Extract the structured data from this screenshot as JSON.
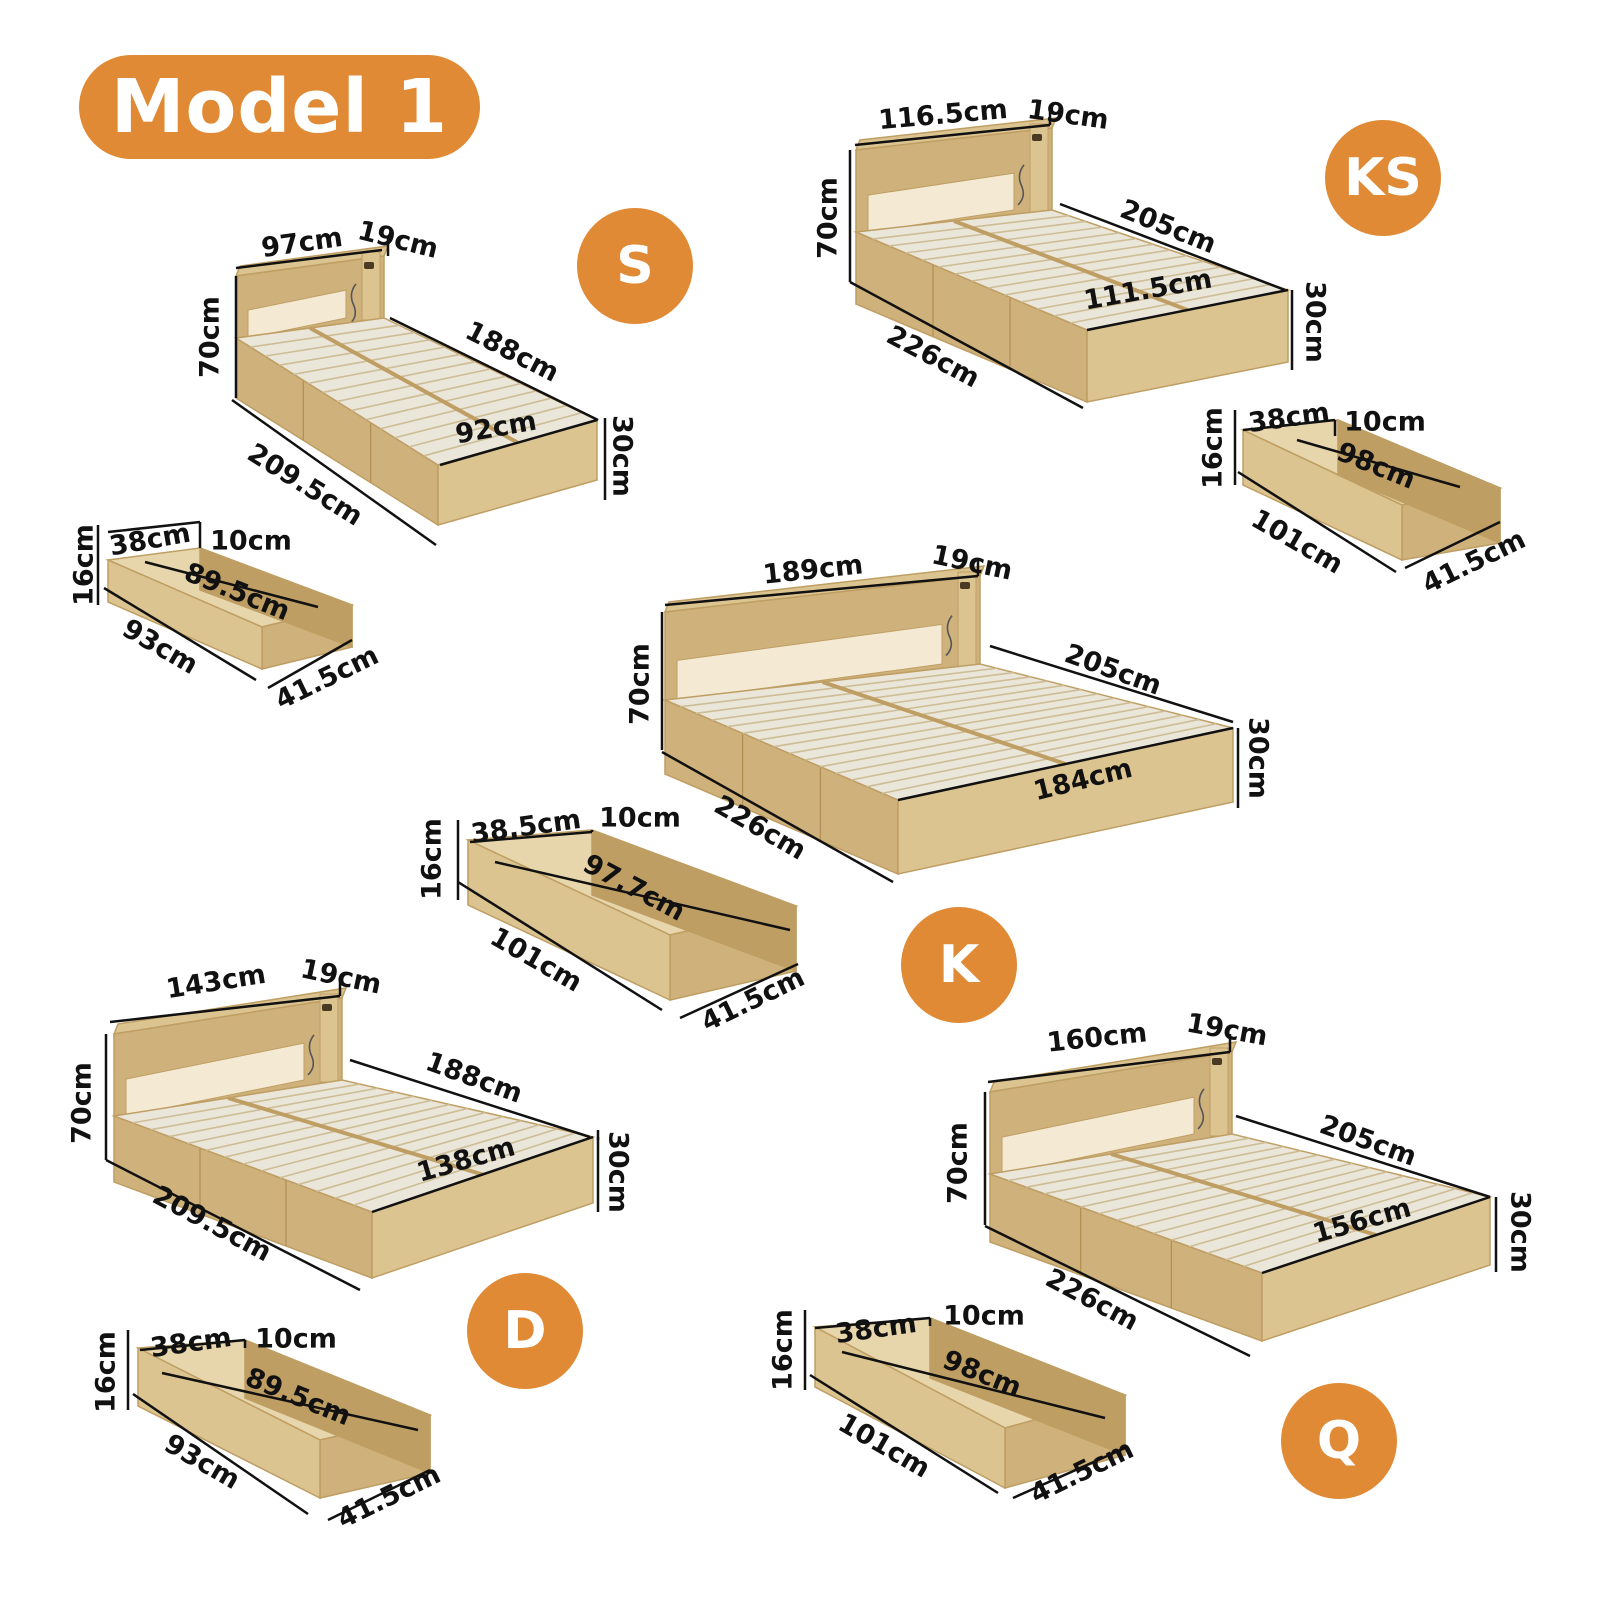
{
  "title": "Model 1",
  "colors": {
    "accent": "#e08a35",
    "wood_light": "#dcc491",
    "wood_mid": "#cfb27b",
    "wood_dark": "#bf9e63",
    "slat": "#ebe6da",
    "text": "#111111"
  },
  "models": {
    "S": {
      "label": "S",
      "headboard_width": "97cm",
      "shelf_depth": "19cm",
      "height": "70cm",
      "length": "188cm",
      "inner_width": "92cm",
      "side_height": "30cm",
      "total_length": "209.5cm",
      "drawer": {
        "depth": "38cm",
        "side": "10cm",
        "inner": "89.5cm",
        "height": "16cm",
        "length": "93cm",
        "width": "41.5cm"
      }
    },
    "KS": {
      "label": "KS",
      "headboard_width": "116.5cm",
      "shelf_depth": "19cm",
      "height": "70cm",
      "length": "205cm",
      "inner_width": "111.5cm",
      "side_height": "30cm",
      "total_length": "226cm",
      "drawer": {
        "depth": "38cm",
        "side": "10cm",
        "inner": "98cm",
        "height": "16cm",
        "length": "101cm",
        "width": "41.5cm"
      }
    },
    "K": {
      "label": "K",
      "headboard_width": "189cm",
      "shelf_depth": "19cm",
      "height": "70cm",
      "length": "205cm",
      "inner_width": "184cm",
      "side_height": "30cm",
      "total_length": "226cm",
      "drawer": {
        "depth": "38.5cm",
        "side": "10cm",
        "inner": "97.7cm",
        "height": "16cm",
        "length": "101cm",
        "width": "41.5cm"
      }
    },
    "D": {
      "label": "D",
      "headboard_width": "143cm",
      "shelf_depth": "19cm",
      "height": "70cm",
      "length": "188cm",
      "inner_width": "138cm",
      "side_height": "30cm",
      "total_length": "209.5cm",
      "drawer": {
        "depth": "38cm",
        "side": "10cm",
        "inner": "89.5cm",
        "height": "16cm",
        "length": "93cm",
        "width": "41.5cm"
      }
    },
    "Q": {
      "label": "Q",
      "headboard_width": "160cm",
      "shelf_depth": "19cm",
      "height": "70cm",
      "length": "205cm",
      "inner_width": "156cm",
      "side_height": "30cm",
      "total_length": "226cm",
      "drawer": {
        "depth": "38cm",
        "side": "10cm",
        "inner": "98cm",
        "height": "16cm",
        "length": "101cm",
        "width": "41.5cm"
      }
    }
  }
}
